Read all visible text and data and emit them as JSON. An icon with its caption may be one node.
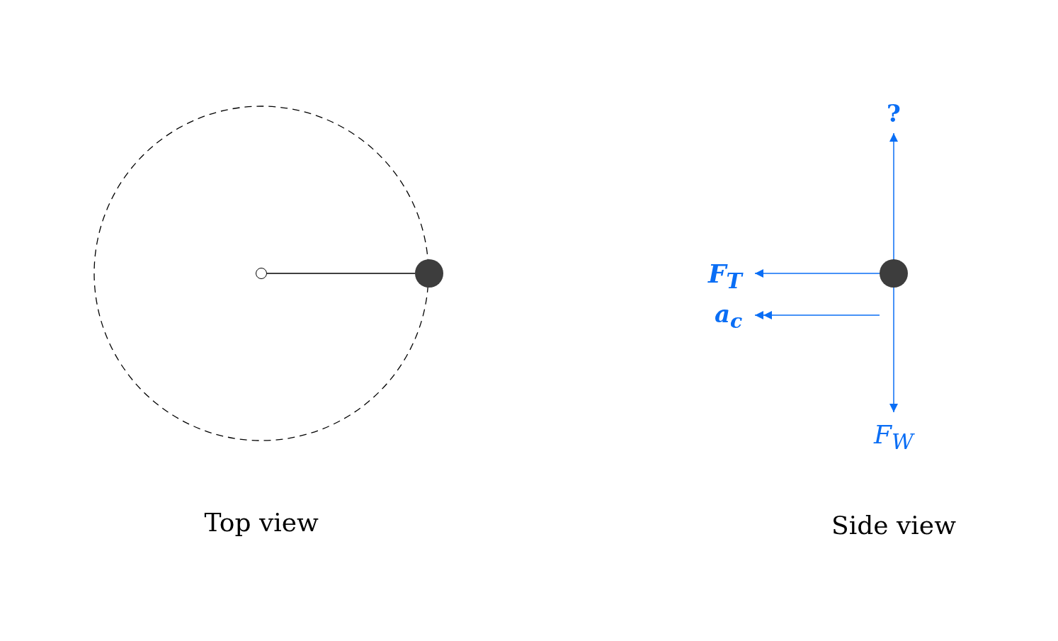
{
  "diagram": {
    "nodes": [
      {
        "text": [],
        "shape": "circle"
      },
      {
        "text": [],
        "shape": "circle"
      },
      {
        "text": [],
        "shape": "circle"
      }
    ],
    "edges": [
      {
        "from": 0,
        "to": 1,
        "arrow": "none"
      }
    ],
    "labels": [
      "?",
      "F$_{T}$",
      "a$_{c}$",
      "F$_{W}$",
      "Top view",
      "Side view"
    ]
  }
}
